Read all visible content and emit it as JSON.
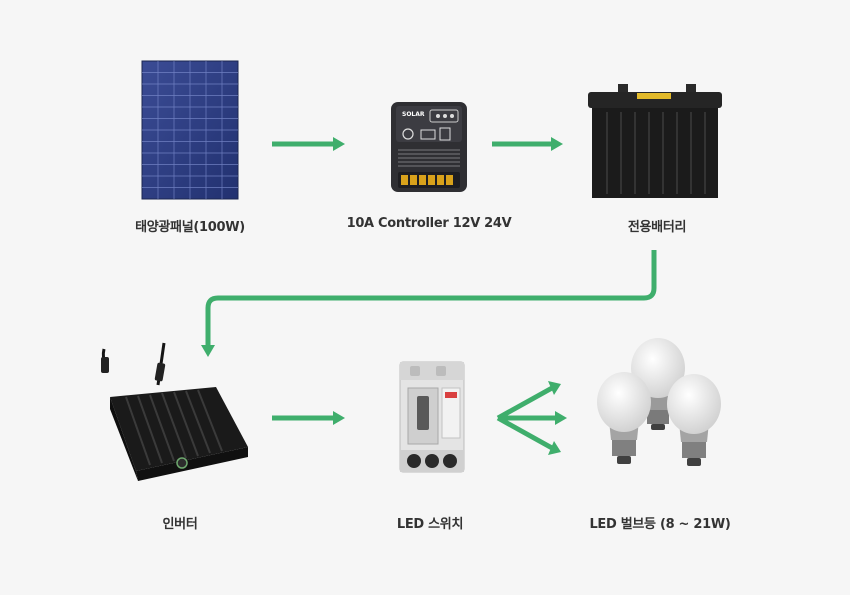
{
  "nodes": {
    "solar_panel": {
      "label": "태양광패널(100W)"
    },
    "controller": {
      "label": "10A Controller 12V 24V",
      "device_text": "SOLAR"
    },
    "battery": {
      "label": "전용배터리"
    },
    "inverter": {
      "label": "인버터"
    },
    "switch": {
      "label": "LED 스위치"
    },
    "bulbs": {
      "label": "LED 벌브등 (8 ~ 21W)"
    }
  },
  "colors": {
    "arrow": "#3fae6c",
    "background": "#f6f6f6",
    "label": "#333333",
    "panel": "#2b3a7a"
  }
}
